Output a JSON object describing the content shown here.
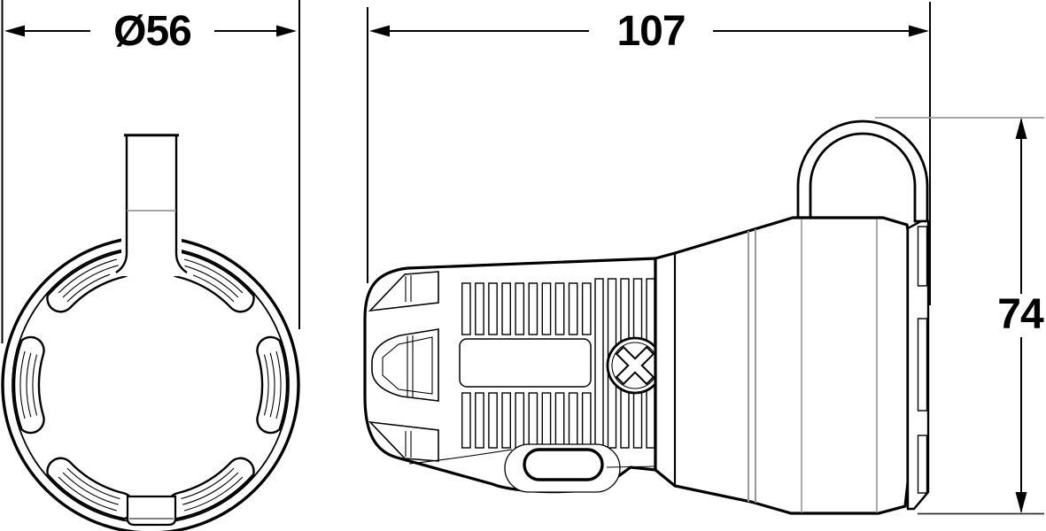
{
  "drawing": {
    "dimensions": {
      "diameter": "Ø56",
      "length": "107",
      "height": "74"
    },
    "style": {
      "line_color": "#000000",
      "contour_color": "#999999",
      "background": "#ffffff"
    }
  }
}
